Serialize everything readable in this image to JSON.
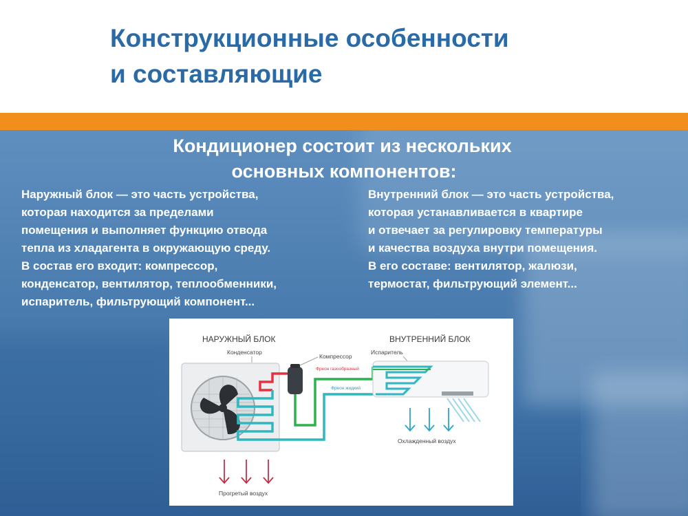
{
  "slide": {
    "title_lines": [
      "Конструкционные особенности",
      "и составляющие"
    ],
    "subtitle_lines": [
      "Кондиционер состоит из нескольких",
      "основных компонентов:"
    ]
  },
  "outdoor_text": {
    "lines": [
      "Наружный блок — это часть устройства,",
      "которая находится за пределами",
      "помещения и выполняет функцию отвода",
      "тепла из хладагента в окружающую среду.",
      "В состав его входит: компрессор,",
      "конденсатор, вентилятор, теплообменники,",
      "испаритель, фильтрующий компонент..."
    ]
  },
  "indoor_text": {
    "lines": [
      "Внутренний блок — это часть устройства,",
      "которая устанавливается в квартире",
      "и отвечает за регулировку температуры",
      "и качества воздуха внутри помещения.",
      "В его составе: вентилятор, жалюзи,",
      "термостат, фильтрующий элемент..."
    ]
  },
  "diagram": {
    "outdoor_unit_label": "НАРУЖНЫЙ БЛОК",
    "indoor_unit_label": "ВНУТРЕННИЙ БЛОК",
    "condenser_label": "Конденсатор",
    "compressor_label": "Компрессор",
    "evaporator_label": "Испаритель",
    "gas_freon_label": "Фреон газообразный",
    "liquid_freon_label": "Фреон жидкий",
    "cooled_air_label": "Охлажденный воздух",
    "heated_air_label": "Прогретый воздух",
    "colors": {
      "hot_pipe": "#e53040",
      "gas_pipe": "#2bb24c",
      "liquid_pipe": "#2eb7c0",
      "cold_arrow": "#2aa4c8",
      "hot_arrow": "#c0304a",
      "accent_title": "#2a6ba7",
      "orange": "#f28e1c"
    }
  }
}
